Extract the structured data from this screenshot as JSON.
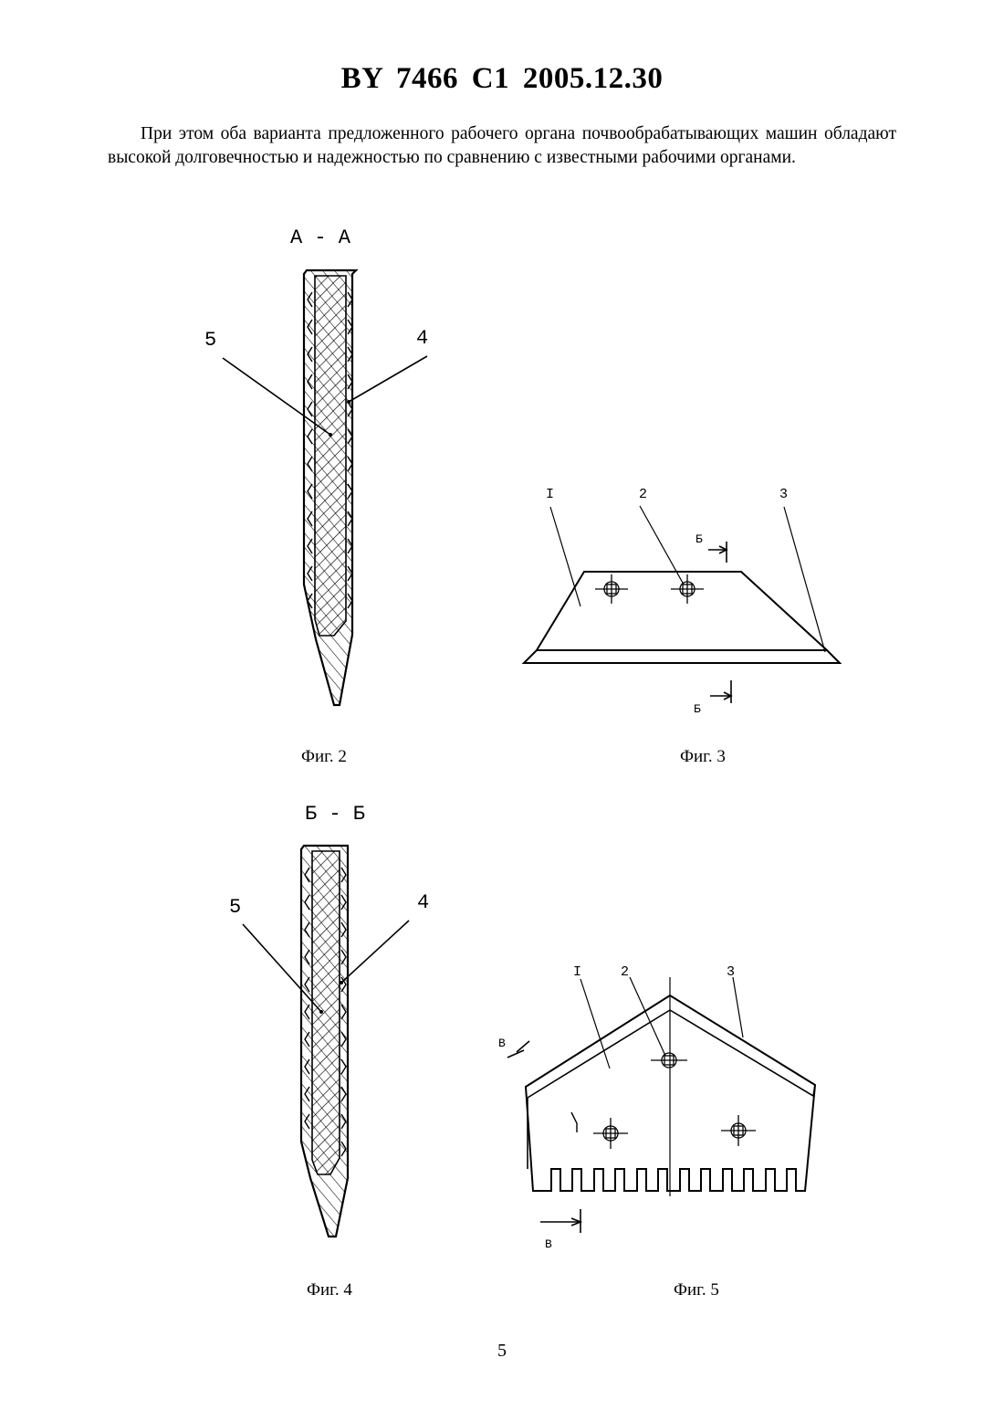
{
  "header": {
    "title": "BY  7466  C1  2005.12.30"
  },
  "body_text": "При этом оба варианта предложенного рабочего органа почвообрабатывающих машин обладают высокой долговечностью и надежностью по сравнению с известными рабочими органами.",
  "figures": {
    "fig2": {
      "section_title": "А - А",
      "label_5": "5",
      "label_4": "4",
      "caption": "Фиг. 2"
    },
    "fig3": {
      "label_1": "I",
      "label_2": "2",
      "label_3": "3",
      "cut_label_top": "Б",
      "cut_label_bottom": "Б",
      "caption": "Фиг. 3"
    },
    "fig4": {
      "section_title": "Б - Б",
      "label_5": "5",
      "label_4": "4",
      "caption": "Фиг. 4"
    },
    "fig5": {
      "label_1": "I",
      "label_2": "2",
      "label_3": "3",
      "cut_label_top": "В",
      "cut_label_bottom": "В",
      "caption": "Фиг. 5"
    }
  },
  "page_number": "5"
}
